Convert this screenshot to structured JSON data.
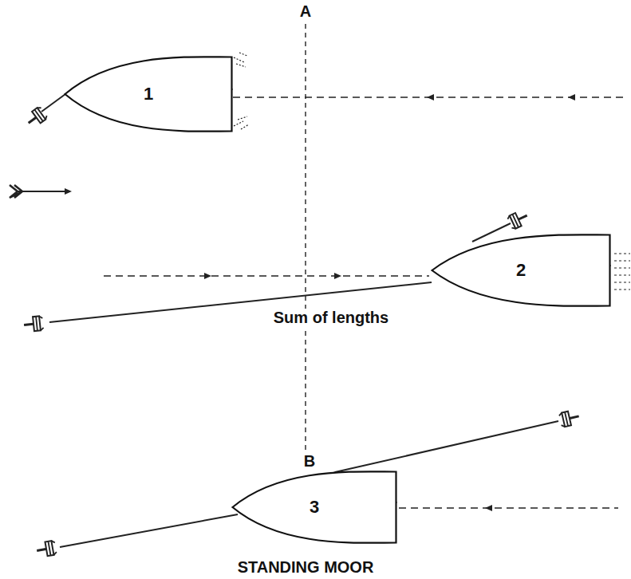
{
  "diagram": {
    "caption": "STANDING MOOR",
    "nodes": [
      {
        "text": [
          "1"
        ]
      },
      {
        "text": [
          "2"
        ]
      },
      {
        "text": [
          "3"
        ]
      }
    ],
    "labels": [
      "A",
      "Sum of lengths",
      "B"
    ]
  }
}
